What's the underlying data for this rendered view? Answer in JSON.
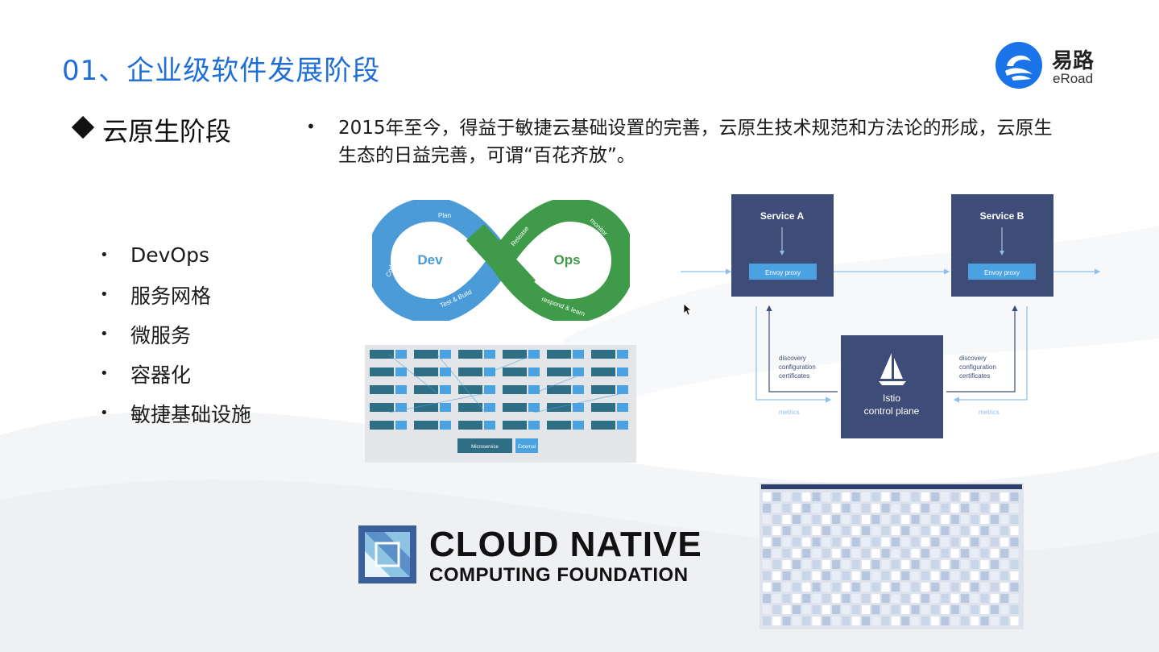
{
  "slide": {
    "title": "01、企业级软件发展阶段",
    "section_heading": "云原生阶段",
    "description": "2015年至今，得益于敏捷云基础设置的完善，云原生技术规范和方法论的形成，云原生生态的日益完善，可谓“百花齐放”。",
    "bullet_items": [
      "DevOps",
      "服务网格",
      "微服务",
      "容器化",
      "敏捷基础设施"
    ]
  },
  "logo": {
    "name_cn": "易路",
    "name_en": "eRoad"
  },
  "devops_diagram": {
    "left_label": "Dev",
    "right_label": "Ops",
    "stages": [
      "Plan",
      "Code",
      "Test & Build",
      "Release",
      "monitor",
      "respond & learn"
    ]
  },
  "microservice_diagram": {
    "legend_microservice": "Microservice",
    "legend_external": "External"
  },
  "istio_diagram": {
    "service_a": "Service A",
    "service_b": "Service B",
    "proxy_label": "Envoy proxy",
    "control_plane_line1": "Istio",
    "control_plane_line2": "control plane",
    "side_labels": [
      "discovery",
      "configuration",
      "certificates"
    ],
    "metrics_label": "metrics"
  },
  "cncf": {
    "line1": "CLOUD NATIVE",
    "line2": "COMPUTING FOUNDATION"
  },
  "colors": {
    "title_blue": "#1f6fd6",
    "devops_blue": "#4a9bd8",
    "devops_green": "#3f9a49",
    "istio_navy": "#3d4d77",
    "istio_accent": "#4aa3e0"
  }
}
